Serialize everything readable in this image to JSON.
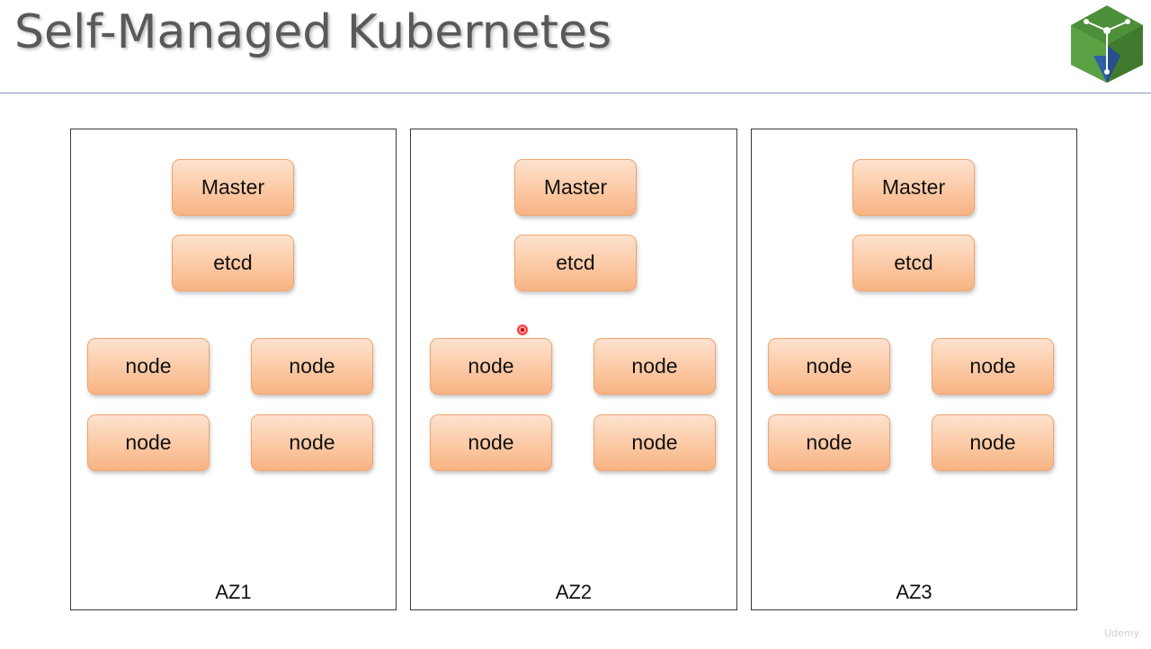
{
  "slide": {
    "title": "Self-Managed Kubernetes",
    "watermark": "Udemy"
  },
  "colors": {
    "box_fill": "#fbc9a4",
    "box_border": "#f2a46d",
    "zone_border": "#3a3a3a",
    "title_text": "#595959",
    "logo_green": "#4e8f3a",
    "logo_blue": "#2e5fa8"
  },
  "zones": [
    {
      "label": "AZ1",
      "master": "Master",
      "etcd": "etcd",
      "nodes": [
        "node",
        "node",
        "node",
        "node"
      ]
    },
    {
      "label": "AZ2",
      "master": "Master",
      "etcd": "etcd",
      "nodes": [
        "node",
        "node",
        "node",
        "node"
      ]
    },
    {
      "label": "AZ3",
      "master": "Master",
      "etcd": "etcd",
      "nodes": [
        "node",
        "node",
        "node",
        "node"
      ]
    }
  ]
}
